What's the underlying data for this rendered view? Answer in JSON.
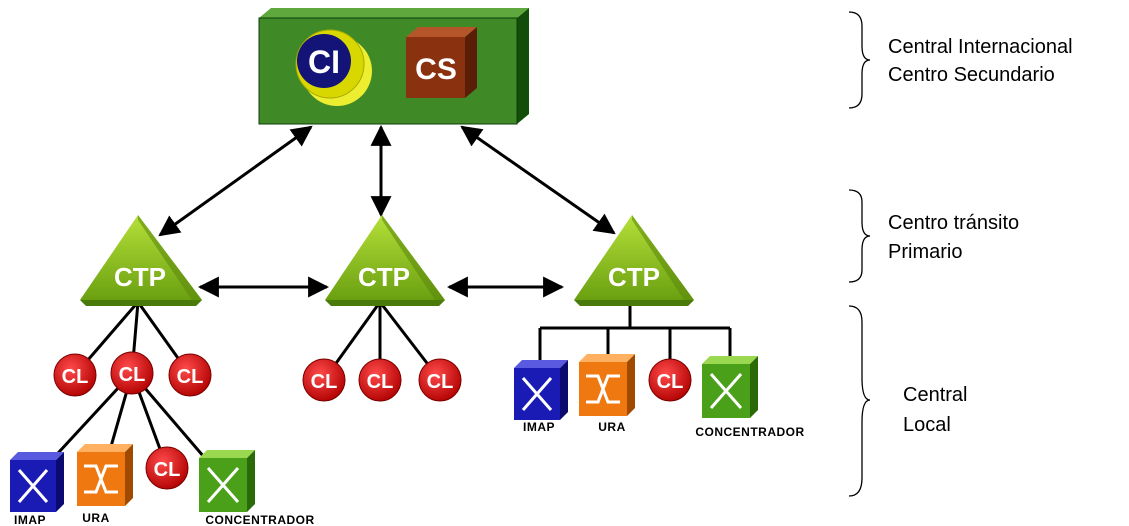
{
  "top_box": {
    "ci_label": "CI",
    "cs_label": "CS"
  },
  "transit": {
    "left_label": "CTP",
    "middle_label": "CTP",
    "right_label": "CTP"
  },
  "cl_label": "CL",
  "equipment": {
    "imap_label": "IMAP",
    "ura_label": "URA",
    "concentrador_label": "CONCENTRADOR"
  },
  "legend": {
    "level1_line1": "Central Internacional",
    "level1_line2": "Centro Secundario",
    "level2_line1": "Centro tránsito",
    "level2_line2": "Primario",
    "level3_line1": "Central",
    "level3_line2": "Local"
  },
  "colors": {
    "box_green": "#1e6b12",
    "ci_yellow": "#e8e800",
    "ci_blue": "#141478",
    "cs_brown": "#8a3210",
    "ctp_green": "#8cc21a",
    "cl_red": "#d41010",
    "imap_blue": "#1a1ab4",
    "ura_orange": "#f07810",
    "conc_green": "#4aa018"
  }
}
